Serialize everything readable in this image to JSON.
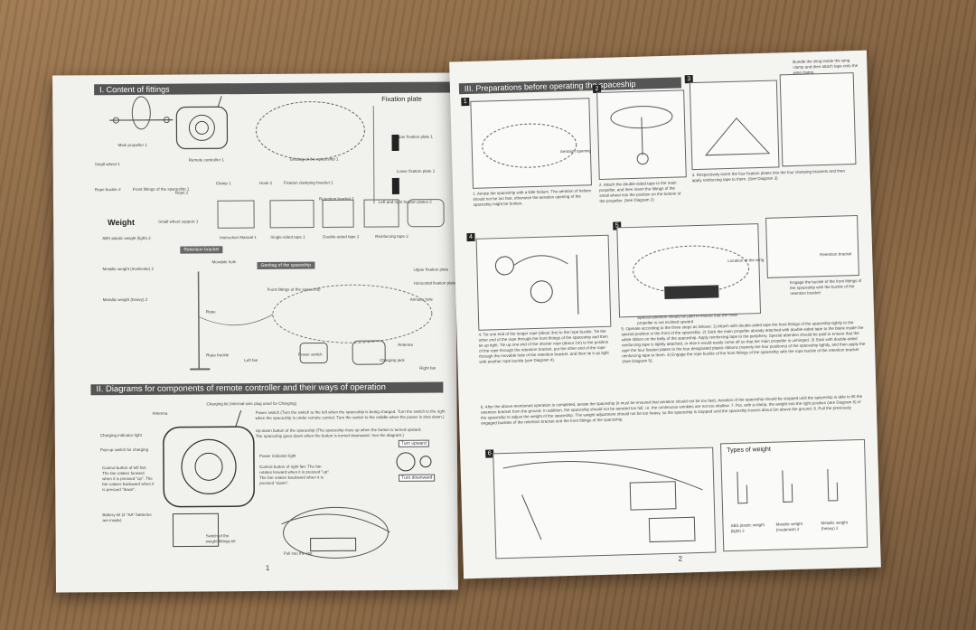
{
  "left_page": {
    "section1_title": "I. Content of fittings",
    "fittings": {
      "fixation_plate": "Fixation plate",
      "upper_fixation_plate": "Upper fixation plate 1",
      "lower_fixation_plate": "Lower fixation plate 1",
      "main_propeller": "Main propeller 1",
      "remote_controller": "Remote controller 1",
      "geobag": "Geobag of the spaceship 1",
      "small_wheel": "Small wheel 1",
      "rope_buckle": "Rope buckle 2",
      "front_fittings": "Front fittings of the spaceship 1",
      "rope": "Rope 2",
      "clamp": "Clamp 1",
      "hook": "Hook 2",
      "fixation_clamping_bracket": "Fixation clamping bracket 1",
      "retention_bracket": "Retention bracket 1",
      "left_right_fixation_plates": "Left and right fixation plates 2",
      "weight": "Weight",
      "small_wheel_support": "Small wheel support 1",
      "abs_weight": "ABS plastic weight (light) 2",
      "metallic_weight_moderate": "Metallic weight (moderate) 2",
      "metallic_weight_heavy": "Metallic weight (heavy) 2",
      "instruction_manual": "Instruction Manual 1",
      "single_sided_tape": "Single-sided tape 1",
      "double_sided_tape": "Double-sided tape 2",
      "reinforcing_tape": "Reinforcing tape 2"
    },
    "assembly_labels": {
      "retention_bracket": "Retention bracket",
      "movable_hole": "Movable hole",
      "geobag": "Geobag of the spaceship",
      "front_fittings": "Front fittings of the spaceship",
      "upper_fixation_plate": "Upper fixation plate",
      "horizontal_fixation_plate": "Horizontal fixation plate",
      "annular_hole": "Annular hole",
      "rope": "Rope",
      "rope_buckle": "Rope buckle",
      "right_fan": "Right fan",
      "antenna": "Antenna",
      "power_switch": "Power switch",
      "charging_jack": "Charging jack",
      "left_fan": "Left fan"
    },
    "section2_title": "II. Diagrams for components of remote controller and their ways of operation",
    "remote_labels": {
      "antenna": "Antenna",
      "charging_jack": "Charging kit (Internal wire plug used for Charging)",
      "popup_switch": "Pop-up switch for charging",
      "charging_indicator": "Charging indicator light",
      "power_switch": "Power switch (Turn the switch to the left when the spaceship is being charged. Turn the switch to the right when the spaceship is under remote control. Turn the switch to the middle when the power is shut down.)",
      "up_down_button": "Up-down button of the spaceship (The spaceship rises up when the button is turned upward. The spaceship goes down when the button is turned downward. See the diagram.)",
      "power_indicator": "Power indicator light",
      "turn_upward": "Turn upward",
      "turn_downward": "Turn downward",
      "left_fan_button": "Control button of left fan: The fan rotates forward when it is pressed \"up\". The fan rotates backward when it is pressed \"down\".",
      "right_fan_button": "Control button of right fan: The fan rotates forward when it is pressed \"up\". The fan rotates backward when it is pressed \"down\".",
      "battery_kit": "Battery kit (4 \"AA\" batteries are inside)",
      "weight_switch": "Switch of the weight fittings kit",
      "pull_into_slot": "Pull into the slot"
    },
    "page_number": "1"
  },
  "right_page": {
    "section3_title": "III. Preparations before operating the spaceship",
    "steps": [
      "1",
      "2",
      "3",
      "4",
      "5",
      "6"
    ],
    "step1": "1. Aerate the spaceship with a little helium. The aeration of helium should not be too fast, otherwise the aeration opening of the spaceship might be broken.",
    "step1_label": "Aeration opening",
    "step2": "2. Attach the double-sided tape to the main propeller, and then insert the fittings of the small wheel into the position on the bottom of the propeller. (See Diagram 2)",
    "step3": "3. Respectively insert the four fixation plates into the four clamping brackets and then apply reinforcing tape to them. (See Diagram 3)",
    "step3_label": "Bundle the sling inside the wing clamp and then attach tape onto the wing clamp.",
    "step4": "4. Tie one end of the longer rope (about 3m) to the rope buckle. Tie the other end of the rope through the front fittings of the spaceship and then tie up tight. Tie up one end of the shorter rope (about 1m) to the position of the rope through the retention bracket, put the other end of the rope through the movable hole of the retention bracket, and then tie it up tight with another rope buckle (see Diagram 4).",
    "step5_label_location": "Location of the wing",
    "step5_label_bracket": "Retention bracket",
    "step5_label_engage": "Engage the buckle of the front fittings of the spaceship with the buckle of the retention bracket",
    "step5_note": "Special attention should be paid to ensure that the main propeller is not inclined upward",
    "step5": "5. Operate according to the three steps as follows: 1) Attach with double-sided tape the front fittings of the spaceship tightly to the special position in the front of the spaceship. 2) Stick the main propeller already attached with double-sided tape to the blank inside the white ribbon on the belly of the spaceship. Apply reinforcing tape to the periphery. Special attention should be paid to ensure that the reinforcing tape is tightly attached, or else it would easily come off so that the main propeller is unhinged. 3) Stick with double-sided tape the four fixation plates to the four designated plastic ribbons (namely the four positions) of the spaceship tightly, and then apply the reinforcing tape to them. 4) Engage the rope buckle of the front fittings of the spaceship with the rope buckle of the retention bracket (See Diagram 5).",
    "step6": "6. After the above-mentioned operation is completed, aerate the spaceship (it must be ensured that aeration should not be too fast). Aeration of the spaceship should be stopped until the spaceship is able to lift the retention bracket from the ground. In addition, the spaceship should not be aerated too full, i.e. the continuous wrinkles are not too shallow. 7. Put, with a clamp, the weight into the right position (see Diagram 6) of the spaceship to adjust the weight of the spaceship. The weight adjustment should not be too heavy, so the spaceship is stopped until the spaceship hovers about 5m above the ground. 8. Pull the previously engaged buckles of the retention bracket and the front fittings of the spaceship.",
    "types_of_weight": "Types of weight",
    "weight_types": [
      "ABS plastic weight (light) 2",
      "Metallic weight (moderate) 2",
      "Metallic weight (heavy) 2"
    ],
    "page_number": "2"
  }
}
